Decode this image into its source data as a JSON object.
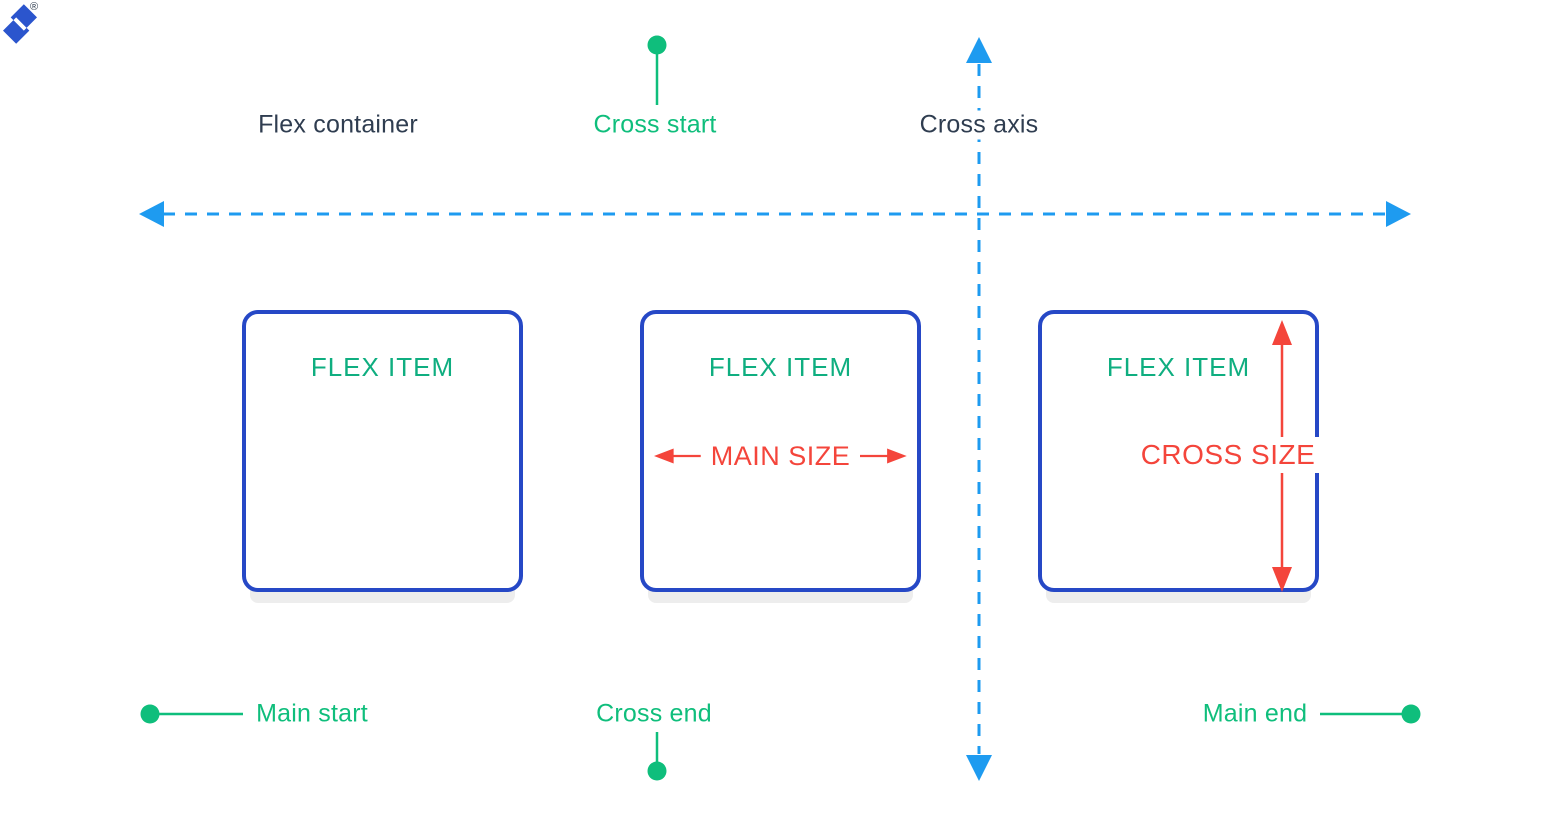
{
  "logo": {
    "name": "toptal-logo",
    "registered_mark": "®"
  },
  "colors": {
    "green": "#0FBE7C",
    "item_green": "#0FAE80",
    "axis_blue": "#1E9BF0",
    "border_blue": "#2648C6",
    "brand_blue": "#2B55CD",
    "red": "#F4453B",
    "text_dark": "#2F3D50",
    "shadow_gray": "#EDEDED"
  },
  "labels": {
    "flex_container": "Flex container",
    "cross_start": "Cross start",
    "cross_axis": "Cross axis",
    "main_start": "Main start",
    "cross_end": "Cross end",
    "main_end": "Main end"
  },
  "boxes": [
    {
      "title": "FLEX ITEM"
    },
    {
      "title": "FLEX ITEM",
      "measure": "MAIN SIZE"
    },
    {
      "title": "FLEX ITEM",
      "measure": "CROSS SIZE"
    }
  ]
}
